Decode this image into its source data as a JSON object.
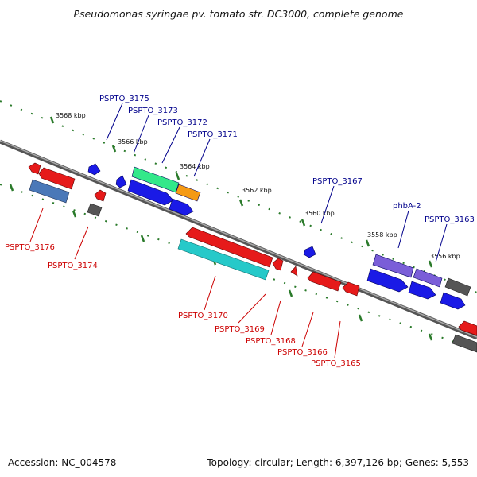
{
  "title": "Pseudomonas syringae pv. tomato str. DC3000, complete genome",
  "footer": {
    "accession": "Accession: NC_004578",
    "summary": "Topology: circular; Length: 6,397,126 bp; Genes: 5,553"
  },
  "colors": {
    "forward_label": "#00008b",
    "reverse_label": "#cc0000",
    "tick_green": "#2a7a2a",
    "backbone": "#7a7a7a"
  },
  "ticks": [
    "3568 kbp",
    "3566 kbp",
    "3564 kbp",
    "3562 kbp",
    "3560 kbp",
    "3558 kbp",
    "3556 kbp"
  ],
  "forward_labels": [
    "PSPTO_3175",
    "PSPTO_3173",
    "PSPTO_3172",
    "PSPTO_3171",
    "PSPTO_3167",
    "phbA-2",
    "PSPTO_3163"
  ],
  "reverse_labels": [
    "PSPTO_3176",
    "PSPTO_3174",
    "PSPTO_3170",
    "PSPTO_3169",
    "PSPTO_3168",
    "PSPTO_3166",
    "PSPTO_3165"
  ]
}
